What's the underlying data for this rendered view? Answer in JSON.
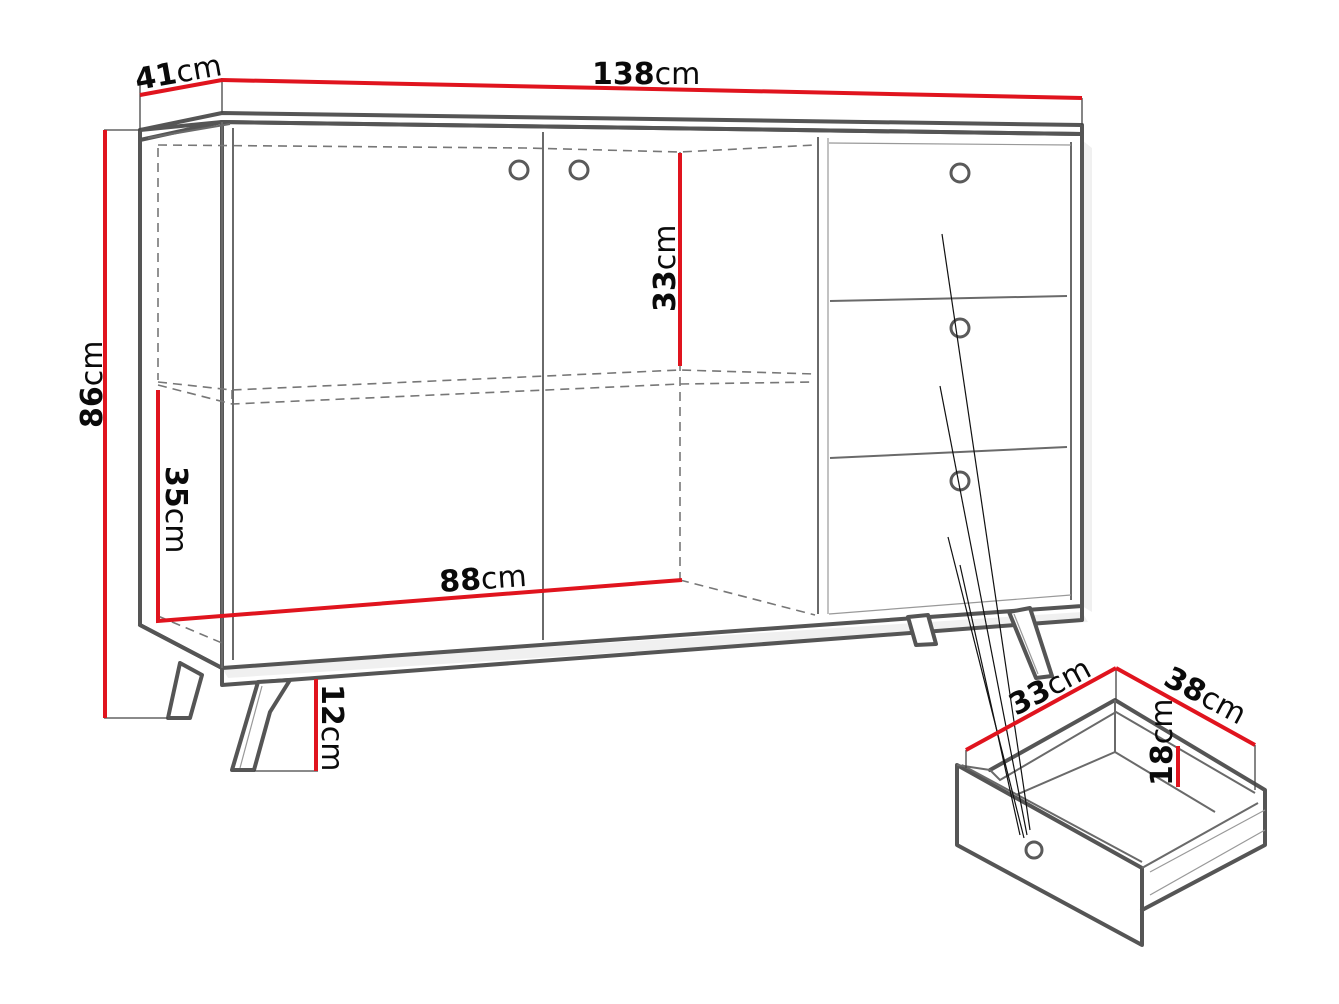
{
  "diagram": {
    "subject": "Sideboard cabinet with two doors and three drawers — dimension drawing",
    "colors": {
      "dimension_line": "#e0141e",
      "outline": "#555555",
      "background": "#ffffff",
      "label_text": "#0a0a0a"
    },
    "dimensions": {
      "depth": {
        "value": "41",
        "unit": "cm",
        "label": "41cm"
      },
      "width": {
        "value": "138",
        "unit": "cm",
        "label": "138cm"
      },
      "height": {
        "value": "86",
        "unit": "cm",
        "label": "86cm"
      },
      "shelf_upper": {
        "value": "33",
        "unit": "cm",
        "label": "33cm"
      },
      "shelf_lower": {
        "value": "35",
        "unit": "cm",
        "label": "35cm"
      },
      "inner_width": {
        "value": "88",
        "unit": "cm",
        "label": "88cm"
      },
      "leg_height": {
        "value": "12",
        "unit": "cm",
        "label": "12cm"
      },
      "drawer_width": {
        "value": "33",
        "unit": "cm",
        "label": "33cm"
      },
      "drawer_depth": {
        "value": "38",
        "unit": "cm",
        "label": "38cm"
      },
      "drawer_height": {
        "value": "18",
        "unit": "cm",
        "label": "18cm"
      }
    },
    "components": {
      "doors": 2,
      "drawers": 3,
      "shelves": 1,
      "legs": 4,
      "knobs": 5
    }
  }
}
